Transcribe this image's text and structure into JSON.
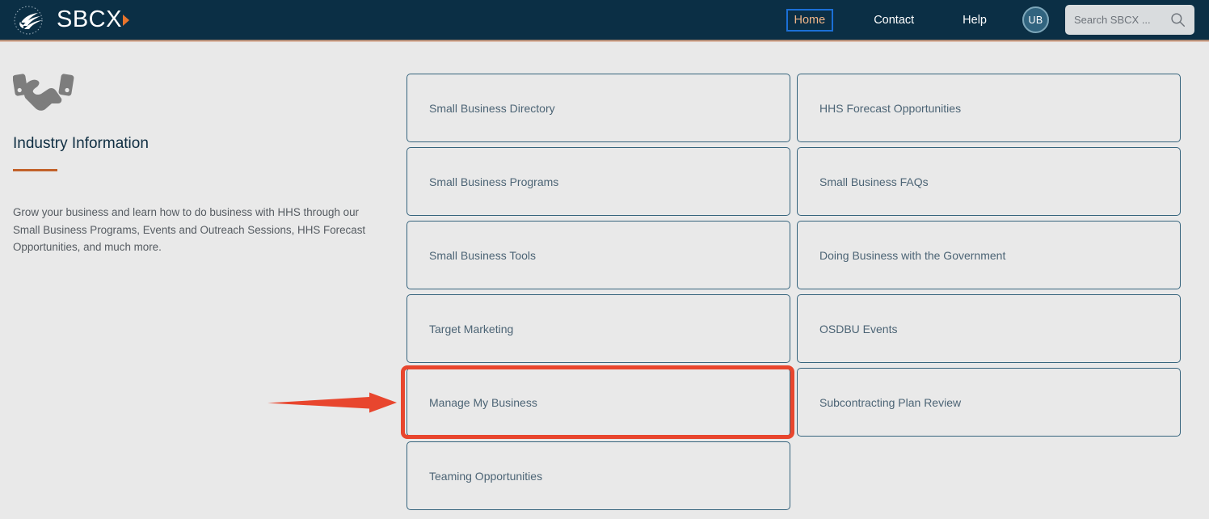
{
  "header": {
    "brand": {
      "text": "SBCX",
      "triangle_color": "#e8742c"
    },
    "logo_icon": "hhs-eagle-seal-icon",
    "nav": [
      {
        "label": "Home",
        "focused": true
      },
      {
        "label": "Contact",
        "focused": false
      },
      {
        "label": "Help",
        "focused": false
      }
    ],
    "avatar": {
      "initials": "UB"
    },
    "search": {
      "value": "",
      "placeholder": "Search SBCX ...",
      "icon": "search-icon"
    }
  },
  "sidebar": {
    "icon": "handshake-icon",
    "title": "Industry Information",
    "description": "Grow your business and learn how to do business with HHS through our Small Business Programs, Events and Outreach Sessions, HHS Forecast Opportunities, and much more."
  },
  "main": {
    "left_column": [
      {
        "label": "Small Business Directory",
        "highlighted": false
      },
      {
        "label": "Small Business Programs",
        "highlighted": false
      },
      {
        "label": "Small Business Tools",
        "highlighted": false
      },
      {
        "label": "Target Marketing",
        "highlighted": false
      },
      {
        "label": "Manage My Business",
        "highlighted": true
      },
      {
        "label": "Teaming Opportunities",
        "highlighted": false
      }
    ],
    "right_column": [
      {
        "label": "HHS Forecast Opportunities",
        "highlighted": false
      },
      {
        "label": "Small Business FAQs",
        "highlighted": false
      },
      {
        "label": "Doing Business with the Government",
        "highlighted": false
      },
      {
        "label": "OSDBU Events",
        "highlighted": false
      },
      {
        "label": "Subcontracting Plan Review",
        "highlighted": false
      }
    ]
  },
  "annotations": {
    "highlight_target": "Manage My Business",
    "box_color": "#e8462e",
    "arrow_color": "#e8462e",
    "arrow_direction": "right"
  },
  "colors": {
    "header_bg": "#0b2f45",
    "page_bg": "#e9e9e9",
    "card_border": "#36647d",
    "card_text": "#4c6475",
    "accent_orange": "#c2622a",
    "focus_ring": "#1b6fd6"
  }
}
